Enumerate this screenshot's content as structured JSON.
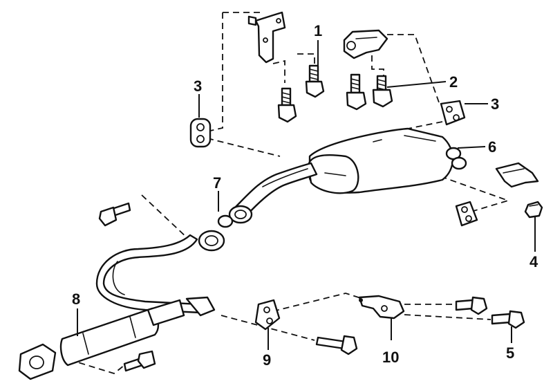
{
  "callouts": {
    "c1": "1",
    "c2": "2",
    "c3_left": "3",
    "c3_right": "3",
    "c4": "4",
    "c5": "5",
    "c6": "6",
    "c7": "7",
    "c8": "8",
    "c9": "9",
    "c10": "10"
  },
  "colors": {
    "ink": "#111111",
    "paper": "#ffffff"
  }
}
